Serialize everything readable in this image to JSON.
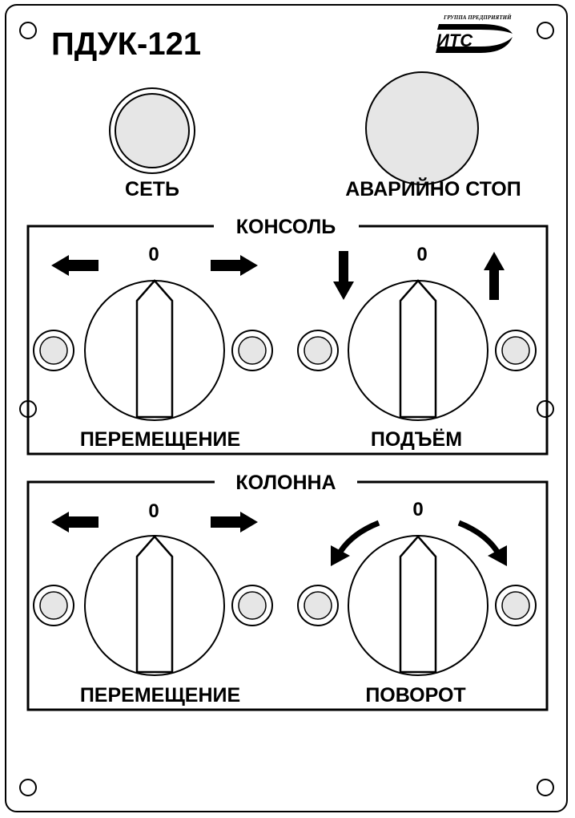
{
  "device": {
    "title": "ПДУК-121",
    "brand_group": "ГРУППА ПРЕДПРИЯТИЙ",
    "brand_name": "ИТС"
  },
  "buttons": {
    "power_label": "СЕТЬ",
    "estop_label": "АВАРИЙНО СТОП"
  },
  "sections": {
    "console": {
      "title": "КОНСОЛЬ",
      "left_knob": {
        "label": "ПЕРЕМЕЩЕНИЕ",
        "zero": "0"
      },
      "right_knob": {
        "label": "ПОДЪЁМ",
        "zero": "0"
      }
    },
    "column": {
      "title": "КОЛОННА",
      "left_knob": {
        "label": "ПЕРЕМЕЩЕНИЕ",
        "zero": "0"
      },
      "right_knob": {
        "label": "ПОВОРОТ",
        "zero": "0"
      }
    }
  },
  "colors": {
    "outline": "#000000",
    "panel": "#ffffff",
    "button_fill": "#e6e6e6",
    "indicator_fill": "#e6e6e6"
  },
  "icons": {
    "left": "arrow-left-icon",
    "right": "arrow-right-icon",
    "up": "arrow-up-icon",
    "down": "arrow-down-icon",
    "ccw": "arrow-rotate-ccw-icon",
    "cw": "arrow-rotate-cw-icon"
  }
}
